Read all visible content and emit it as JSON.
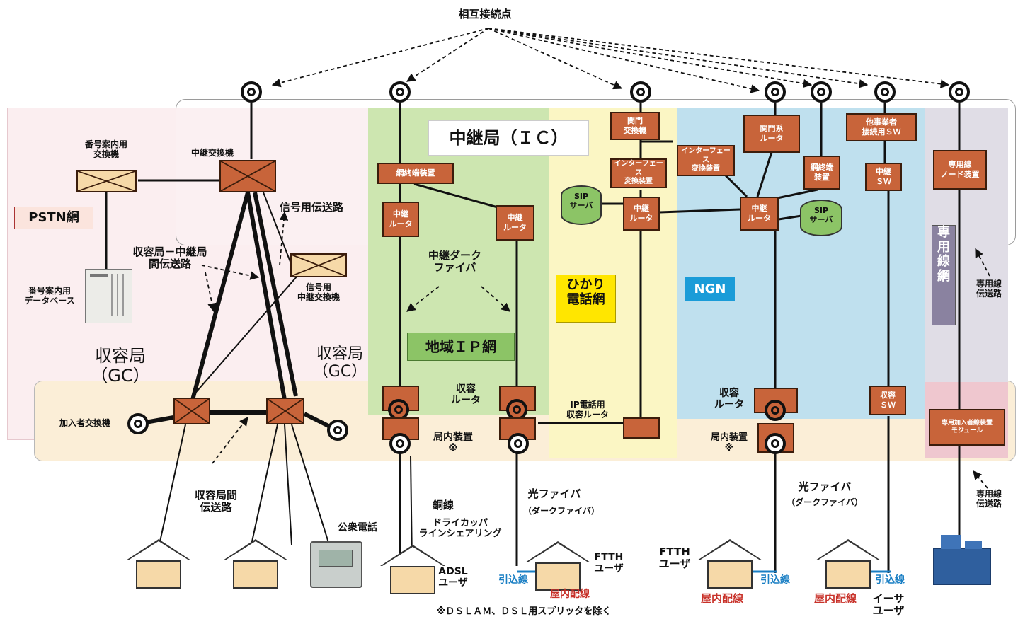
{
  "interconnection_point": "相互接続点",
  "relay_station": "中継局（ＩＣ）",
  "pstn": "PSTN網",
  "accommodation_left": "収容局\n（GC）",
  "accommodation_mid": "収容局\n（GC）",
  "directory_switch": "番号案内用\n交換機",
  "trunk_switch": "中継交換機",
  "signal_line": "信号用伝送路",
  "gc_ic_line": "収容局－中継局\n間伝送路",
  "signal_trunk_switch": "信号用\n中継交換機",
  "directory_db": "番号案内用\nデータベース",
  "subscriber_switch": "加入者交換機",
  "inter_gc_line": "収容局間\n伝送路",
  "public_phone": "公衆電話",
  "network_terminal_left": "網終端装置",
  "relay_router_1": "中継\nルータ",
  "relay_router_2": "中継\nルータ",
  "dark_fiber_relay": "中継ダーク\nファイバ",
  "regional_ip": "地域ＩＰ網",
  "accommodation_router_mid": "収容\nルータ",
  "premises_device_mid": "局内装置\n※",
  "copper": "銅線",
  "dry_copper": "ドライカッパ\nラインシェアリング",
  "adsl_user": "ADSL\nユーザ",
  "fiber_mid": "光ファイバ",
  "dark_fiber_mid": "（ダークファイバ）",
  "ftth_user_mid": "FTTH\nユーザ",
  "dropline_mid": "引込線",
  "indoor_mid": "屋内配線",
  "gateway_switch": "関門\n交換機",
  "interface_converter_1": "インターフェース\n変換装置",
  "sip_server_1": "SIP\nサーバ",
  "relay_router_3": "中継\nルータ",
  "hikari_phone": "ひかり\n電話網",
  "ip_phone_router": "IP電話用\n収容ルータ",
  "interface_converter_2": "インターフェース\n変換装置",
  "gateway_router": "関門系\nルータ",
  "network_terminal_right": "網終端\n装置",
  "relay_router_4": "中継\nルータ",
  "sip_server_2": "SIP\nサーバ",
  "ngn": "NGN",
  "accommodation_router_right": "収容\nルータ",
  "premises_device_right": "局内装置\n※",
  "fiber_right": "光ファイバ",
  "dark_fiber_right": "（ダークファイバ）",
  "ftth_user_right": "FTTH\nユーザ",
  "dropline_right": "引込線",
  "indoor_right": "屋内配線",
  "other_carrier_sw": "他事業者\n接続用ＳＷ",
  "relay_sw": "中継\nＳＷ",
  "accommodation_sw": "収容\nＳＷ",
  "indoor_ether": "屋内配線",
  "dropline_ether": "引込線",
  "ether_user": "イーサ\nユーザ",
  "leased_device": "専用線\nノード装置",
  "leased_network": "専\n用\n線\n網",
  "leased_line_upper": "専用線\n伝送路",
  "leased_module": "専用加入者線装置\nモジュール",
  "leased_line_lower": "専用線\n伝送路",
  "footnote": "※ＤＳＬＡＭ、ＤＳＬ用スプリッタを除く"
}
